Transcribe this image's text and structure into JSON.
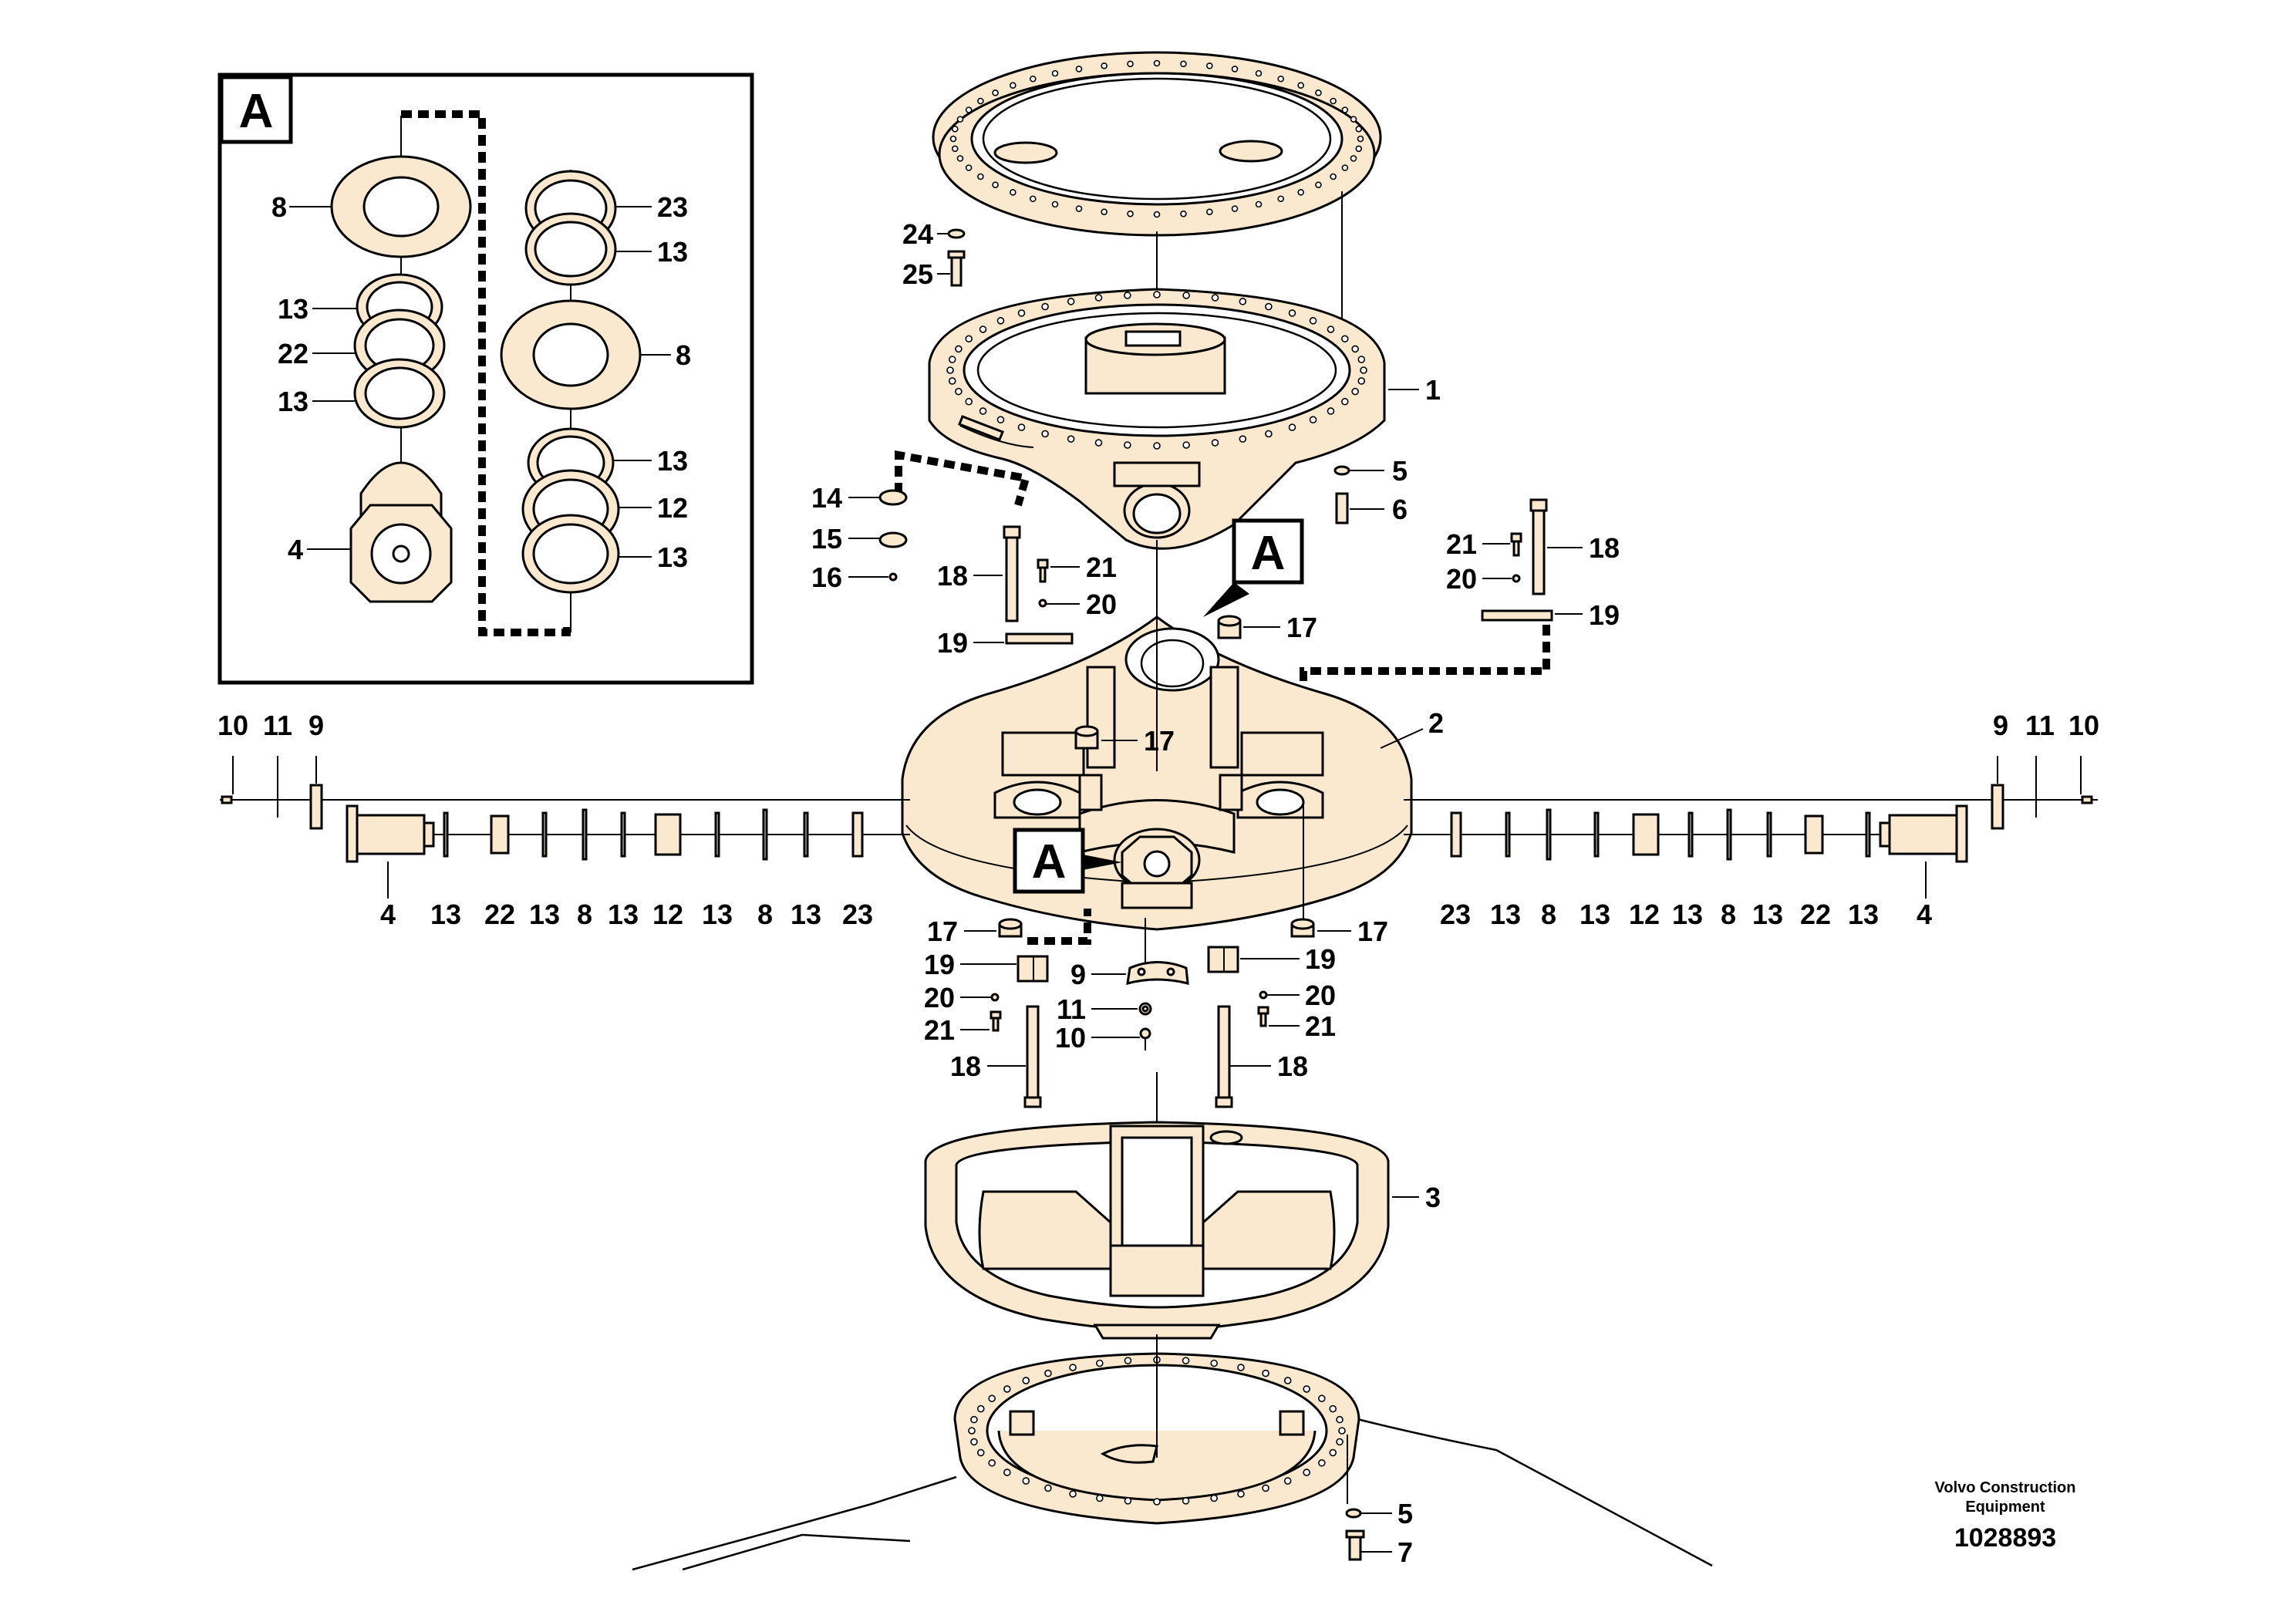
{
  "detail_box": {
    "letter": "A",
    "callouts": {
      "c8_left": "8",
      "c13_a": "13",
      "c22": "22",
      "c13_b": "13",
      "c4": "4",
      "c23": "23",
      "c13_c": "13",
      "c8_right": "8",
      "c13_d": "13",
      "c12": "12",
      "c13_e": "13"
    }
  },
  "detail_refs": {
    "upper": "A",
    "lower": "A"
  },
  "callouts": {
    "c24": "24",
    "c25": "25",
    "c1": "1",
    "c5_top": "5",
    "c6": "6",
    "c14": "14",
    "c15": "15",
    "c16": "16",
    "c18_ul": "18",
    "c21_ul": "21",
    "c20_ul": "20",
    "c19_ul": "19",
    "c21_ur": "21",
    "c18_ur": "18",
    "c20_ur": "20",
    "c19_ur": "19",
    "c17_top": "17",
    "c17_mid": "17",
    "c2": "2",
    "l10": "10",
    "l11": "11",
    "l9": "9",
    "r9": "9",
    "r11": "11",
    "r10": "10",
    "bl4": "4",
    "bl13a": "13",
    "bl22": "22",
    "bl13b": "13",
    "bl8a": "8",
    "bl13c": "13",
    "bl12": "12",
    "bl13d": "13",
    "bl8b": "8",
    "bl13e": "13",
    "bl23": "23",
    "br23": "23",
    "br13a": "13",
    "br8a": "8",
    "br13b": "13",
    "br12": "12",
    "br13c": "13",
    "br8b": "8",
    "br13d": "13",
    "br22": "22",
    "br13e": "13",
    "br4": "4",
    "c17_bl": "17",
    "c17_br": "17",
    "c19_ll": "19",
    "c20_ll": "20",
    "c21_ll": "21",
    "c18_ll": "18",
    "c9_c": "9",
    "c11_c": "11",
    "c10_c": "10",
    "c19_lr": "19",
    "c20_lr": "20",
    "c21_lr": "21",
    "c18_lr": "18",
    "c3": "3",
    "c5_bot": "5",
    "c7": "7"
  },
  "credit": {
    "line1": "Volvo Construction",
    "line2": "Equipment"
  },
  "doc_number": "1028893"
}
